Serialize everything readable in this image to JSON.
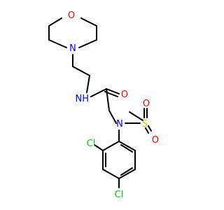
{
  "diagram": {
    "type": "chemical-structure",
    "atom_labels": {
      "morpholine_o": "O",
      "morpholine_n": "N",
      "amide_nh": "NH",
      "carbonyl_o": "O",
      "sulfonamide_n": "N",
      "sulfur": "S",
      "sulfonyl_o_top": "O",
      "sulfonyl_o_bottom": "O",
      "cl_ortho": "Cl",
      "cl_para": "Cl"
    },
    "colors": {
      "bond": "#000000",
      "oxygen": "#ff0000",
      "nitrogen": "#0000ff",
      "sulfur": "#cccc00",
      "chlorine": "#00cc00",
      "background": "#ffffff"
    }
  }
}
